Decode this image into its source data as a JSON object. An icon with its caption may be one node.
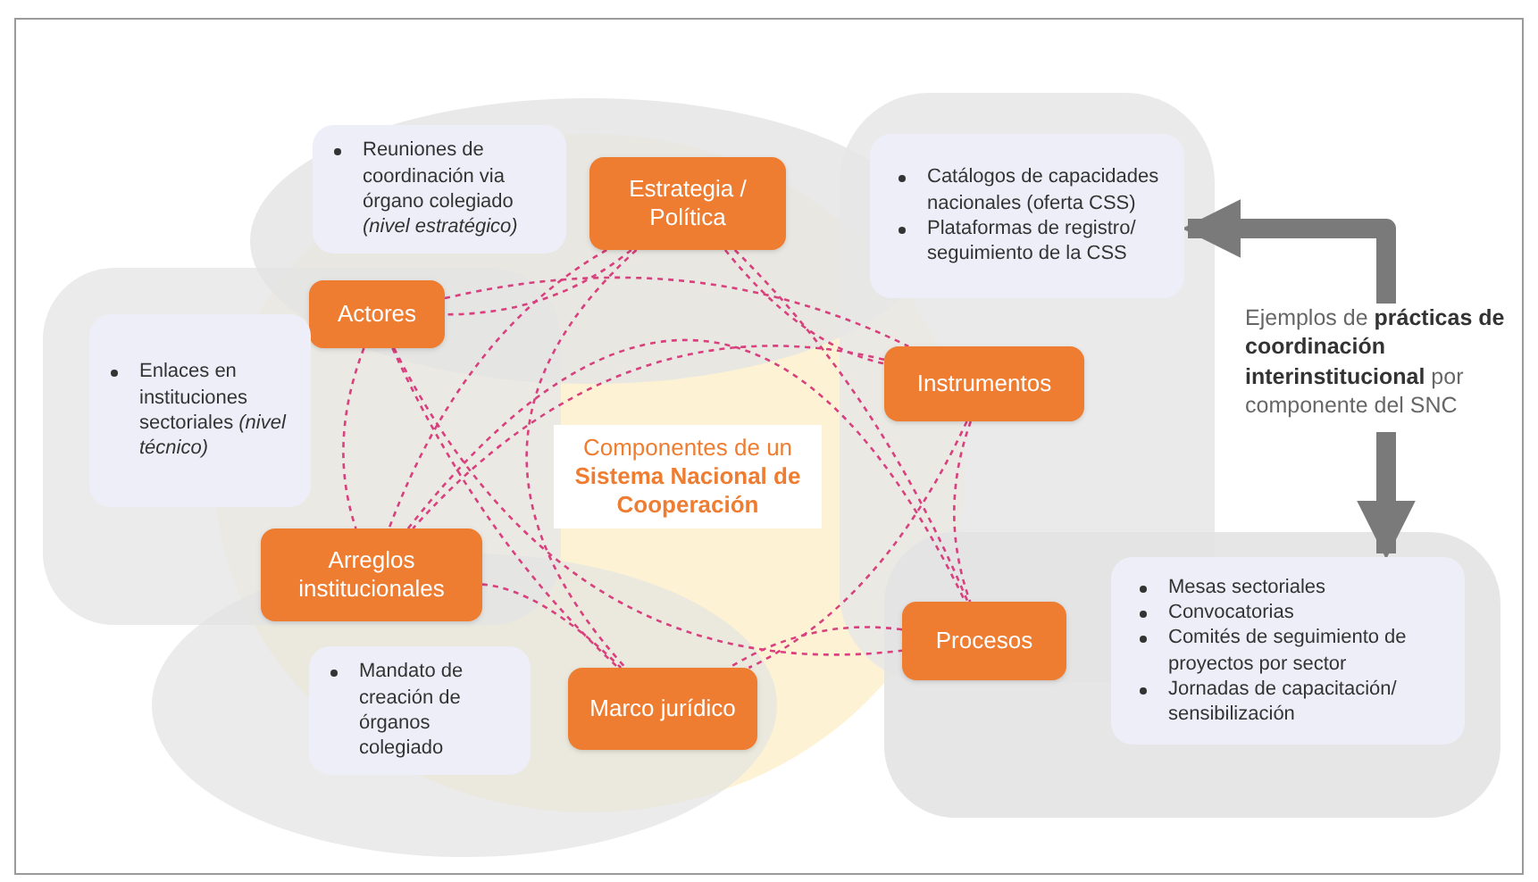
{
  "diagram": {
    "nodes": [
      {
        "text": [
          "Estrategia / Política"
        ]
      },
      {
        "text": [
          "Actores"
        ]
      },
      {
        "text": [
          "Instrumentos"
        ]
      },
      {
        "text": [
          "Arreglos institucionales"
        ]
      },
      {
        "text": [
          "Procesos"
        ]
      },
      {
        "text": [
          "Marco jurídico"
        ]
      },
      {
        "text": [
          "Componentes de un **Sistema Nacional de Cooperación**"
        ]
      },
      {
        "text": [
          "Reuniones de coordinación via órgano colegiado *(nivel estratégico)*"
        ]
      },
      {
        "text": [
          "Enlaces en instituciones sectoriales *(nivel técnico)*"
        ]
      },
      {
        "text": [
          "Catálogos de capacidades nacionales (oferta CSS)",
          "Plataformas de registro/ seguimiento de la CSS"
        ]
      },
      {
        "text": [
          "Mandato de creación de órganos colegiado"
        ]
      },
      {
        "text": [
          "Mesas sectoriales",
          "Convocatorias",
          "Comités de seguimiento de proyectos por sector",
          "Jornadas de capacitación/ sensibilización"
        ]
      },
      {
        "text": [
          "Ejemplos de **prácticas de coordinación interinstitucional** por componente del SNC"
        ]
      }
    ],
    "edges": [
      {
        "from": 0,
        "to": 1,
        "arrow": "none",
        "style": "dashed"
      },
      {
        "from": 0,
        "to": 2,
        "arrow": "none",
        "style": "dashed"
      },
      {
        "from": 0,
        "to": 3,
        "arrow": "none",
        "style": "dashed"
      },
      {
        "from": 0,
        "to": 4,
        "arrow": "none",
        "style": "dashed"
      },
      {
        "from": 0,
        "to": 5,
        "arrow": "none",
        "style": "dashed"
      },
      {
        "from": 1,
        "to": 2,
        "arrow": "none",
        "style": "dashed"
      },
      {
        "from": 1,
        "to": 3,
        "arrow": "none",
        "style": "dashed"
      },
      {
        "from": 1,
        "to": 4,
        "arrow": "none",
        "style": "dashed"
      },
      {
        "from": 1,
        "to": 5,
        "arrow": "none",
        "style": "dashed"
      },
      {
        "from": 2,
        "to": 3,
        "arrow": "none",
        "style": "dashed"
      },
      {
        "from": 2,
        "to": 4,
        "arrow": "none",
        "style": "dashed"
      },
      {
        "from": 2,
        "to": 5,
        "arrow": "none",
        "style": "dashed"
      },
      {
        "from": 3,
        "to": 4,
        "arrow": "none",
        "style": "dashed"
      },
      {
        "from": 3,
        "to": 5,
        "arrow": "none",
        "style": "dashed"
      },
      {
        "from": 4,
        "to": 5,
        "arrow": "none",
        "style": "dashed"
      },
      {
        "from": 12,
        "to": 9,
        "arrow": "to",
        "style": "thick",
        "color": "#7a7a7a"
      },
      {
        "from": 12,
        "to": 11,
        "arrow": "to",
        "style": "thick",
        "color": "#7a7a7a"
      }
    ]
  }
}
